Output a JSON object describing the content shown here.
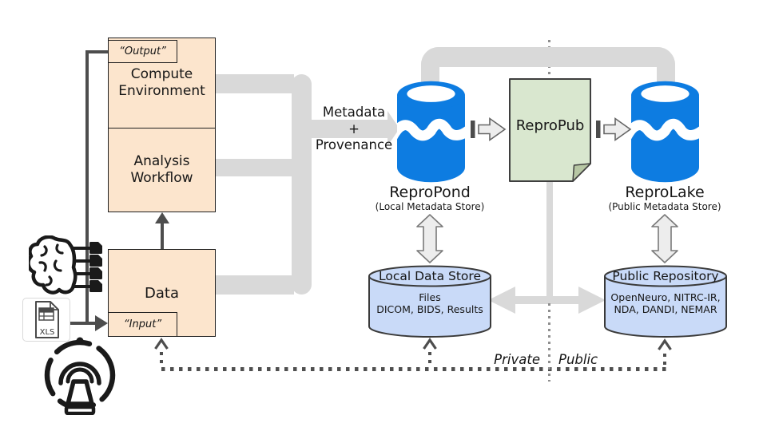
{
  "pipeline": {
    "output_tag": "“Output”",
    "compute": {
      "line1": "Compute",
      "line2": "Environment"
    },
    "analysis": {
      "line1": "Analysis",
      "line2": "Workflow"
    },
    "data_label": "Data",
    "input_tag": "“Input”"
  },
  "flow": {
    "metadata_line1": "Metadata",
    "metadata_line2": "+",
    "metadata_line3": "Provenance"
  },
  "nodes": {
    "repropond": {
      "name": "ReproPond",
      "subtitle": "(Local Metadata Store)"
    },
    "repropub": {
      "name": "ReproPub"
    },
    "reprolake": {
      "name": "ReproLake",
      "subtitle": "(Public Metadata Store)"
    },
    "local_store": {
      "title": "Local Data Store",
      "body_line1": "Files",
      "body_line2": "DICOM, BIDS, Results"
    },
    "public_repo": {
      "title": "Public Repository",
      "body_line1": "OpenNeuro, NITRC-IR,",
      "body_line2": "NDA, DANDI, NEMAR"
    }
  },
  "zones": {
    "private_label": "Private",
    "public_label": "Public"
  },
  "icons": {
    "brain": "brain-with-data-files-icon",
    "spreadsheet": "xls-file-icon",
    "spreadsheet_label": "XLS",
    "scanner": "mri-scanner-icon",
    "pond_database": "water-database-icon",
    "lake_database": "water-database-icon"
  },
  "colors": {
    "box_fill": "#fce5cd",
    "note_fill": "#d9e7cf",
    "note_fold": "#b7c7a4",
    "db_blue": "#0d7ce1",
    "store_fill": "#c9daf8",
    "flow_gray": "#d9d9d9",
    "line_dark": "#4d4d4d"
  }
}
